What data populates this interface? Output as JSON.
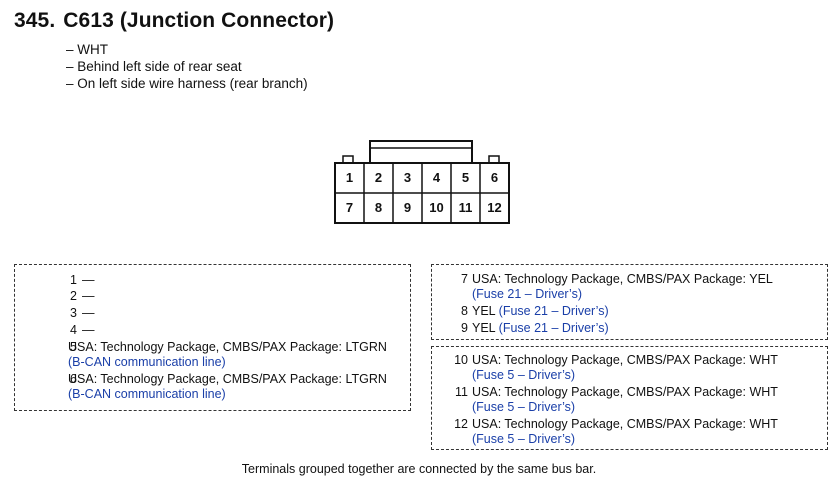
{
  "header": {
    "number": "345.",
    "title": "C613 (Junction Connector)"
  },
  "details": [
    "– WHT",
    "– Behind left side of rear seat",
    "– On left side wire harness (rear branch)"
  ],
  "connector": {
    "top_pins": [
      "1",
      "2",
      "3",
      "4",
      "5",
      "6"
    ],
    "bottom_pins": [
      "7",
      "8",
      "9",
      "10",
      "11",
      "12"
    ]
  },
  "left_box": {
    "rows": [
      {
        "pin": "1",
        "text": "—",
        "note": ""
      },
      {
        "pin": "2",
        "text": "—",
        "note": ""
      },
      {
        "pin": "3",
        "text": "—",
        "note": ""
      },
      {
        "pin": "4",
        "text": "—",
        "note": ""
      },
      {
        "pin": "5",
        "text": "USA: Technology Package, CMBS/PAX Package: LTGRN",
        "note": "(B-CAN communication line)"
      },
      {
        "pin": "6",
        "text": "USA: Technology Package, CMBS/PAX Package: LTGRN",
        "note": "(B-CAN communication line)"
      }
    ]
  },
  "right_box_top": {
    "rows": [
      {
        "pin": "7",
        "text": "USA: Technology Package, CMBS/PAX Package: YEL",
        "note": "(Fuse 21 – Driver’s)"
      },
      {
        "pin": "8",
        "text": "YEL",
        "inline_note": "(Fuse 21 – Driver’s)"
      },
      {
        "pin": "9",
        "text": "YEL",
        "inline_note": "(Fuse 21 – Driver’s)"
      }
    ]
  },
  "right_box_bottom": {
    "rows": [
      {
        "pin": "10",
        "text": "USA: Technology Package, CMBS/PAX Package: WHT",
        "note": "(Fuse 5 – Driver’s)"
      },
      {
        "pin": "11",
        "text": "USA: Technology Package, CMBS/PAX Package: WHT",
        "note": "(Fuse 5 – Driver’s)"
      },
      {
        "pin": "12",
        "text": "USA: Technology Package, CMBS/PAX Package: WHT",
        "note": "(Fuse 5 – Driver’s)"
      }
    ]
  },
  "footer": "Terminals grouped together are connected by the same bus bar.",
  "colors": {
    "note_text": "#1a3fa8",
    "border": "#333333"
  }
}
